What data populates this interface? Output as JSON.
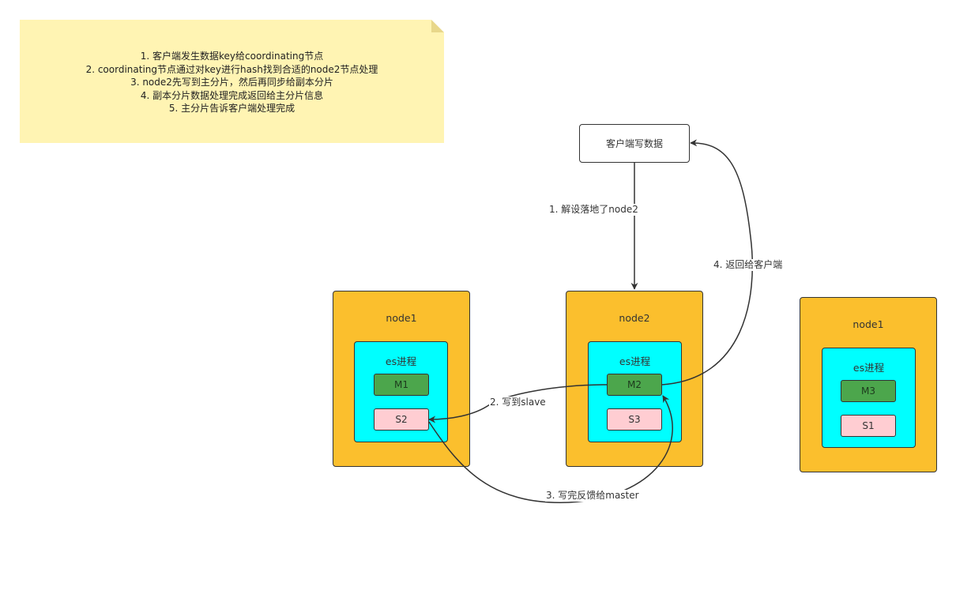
{
  "note": {
    "lines": [
      "1. 客户端发生数据key给coordinating节点",
      "2. coordinating节点通过对key进行hash找到合适的node2节点处理",
      "3. node2先写到主分片，然后再同步给副本分片",
      "4. 副本分片数据处理完成返回给主分片信息",
      "5. 主分片告诉客户端处理完成"
    ]
  },
  "client": {
    "label": "客户端写数据"
  },
  "nodes": [
    {
      "title": "node1",
      "process": "es进程",
      "master": "M1",
      "replica": "S2"
    },
    {
      "title": "node2",
      "process": "es进程",
      "master": "M2",
      "replica": "S3"
    },
    {
      "title": "node1",
      "process": "es进程",
      "master": "M3",
      "replica": "S1"
    }
  ],
  "edges": {
    "step1": "1. 解设落地了node2",
    "step2": "2. 写到slave",
    "step3": "3. 写完反馈给master",
    "step4": "4. 返回给客户端"
  },
  "colors": {
    "note": "#fff4b3",
    "node": "#fbbf2d",
    "process": "#00ffff",
    "master": "#4ca64c",
    "replica": "#ffcdd2",
    "edge": "#333333"
  }
}
